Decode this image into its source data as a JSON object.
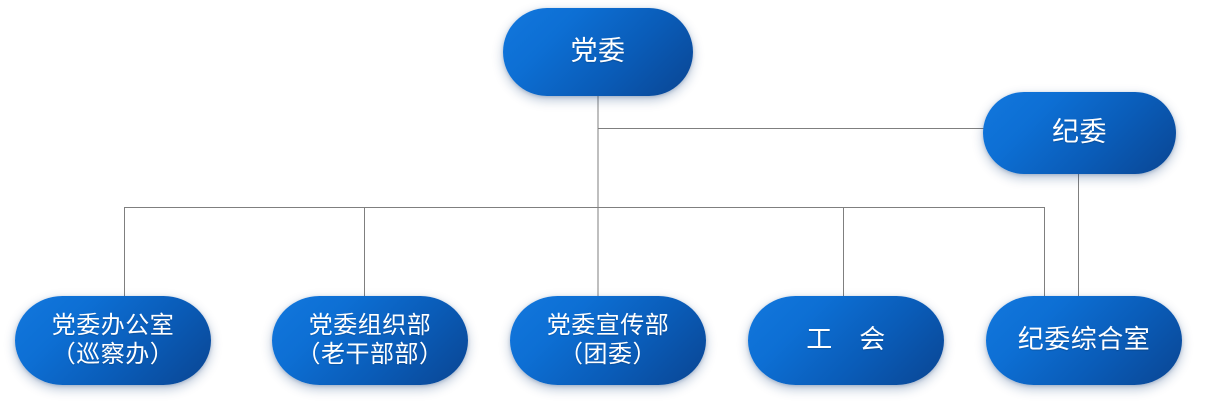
{
  "chart_data": {
    "type": "diagram",
    "subtype": "organization-chart",
    "title": "",
    "orientation": "top-down",
    "node_style": {
      "shape": "rounded-rectangle",
      "fill_gradient_from": "#1277dd",
      "fill_gradient_to": "#0a4592",
      "text_color": "#ffffff",
      "connector_color": "#7f7f7f"
    },
    "nodes": [
      {
        "id": "top",
        "label": "党委",
        "level": 1
      },
      {
        "id": "jw",
        "label": "纪委",
        "level": 2
      },
      {
        "id": "b0",
        "label": "党委办公室\n（巡察办）",
        "level": 3
      },
      {
        "id": "b1",
        "label": "党委组织部\n（老干部部）",
        "level": 3
      },
      {
        "id": "b2",
        "label": "党委宣传部\n（团委）",
        "level": 3
      },
      {
        "id": "b3",
        "label": "工　会",
        "level": 3
      },
      {
        "id": "b4",
        "label": "纪委综合室",
        "level": 3
      }
    ],
    "edges": [
      {
        "from": "top",
        "to": "jw"
      },
      {
        "from": "top",
        "to": "b0"
      },
      {
        "from": "top",
        "to": "b1"
      },
      {
        "from": "top",
        "to": "b2"
      },
      {
        "from": "top",
        "to": "b3"
      },
      {
        "from": "top",
        "to": "b4"
      },
      {
        "from": "jw",
        "to": "b4"
      }
    ]
  },
  "nodes": {
    "top": {
      "label": "党委"
    },
    "jiwei": {
      "label": "纪委"
    },
    "bottom": [
      {
        "label": "党委办公室\n（巡察办）"
      },
      {
        "label": "党委组织部\n（老干部部）"
      },
      {
        "label": "党委宣传部\n（团委）"
      },
      {
        "label": "工　会"
      },
      {
        "label": "纪委综合室"
      }
    ]
  }
}
